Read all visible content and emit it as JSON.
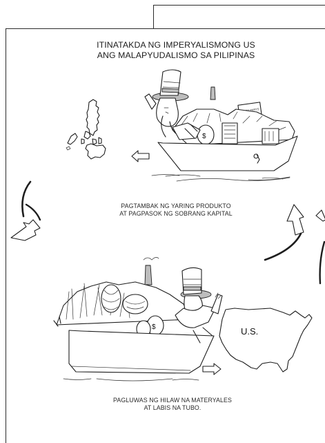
{
  "title": {
    "line1": "ITINATAKDA NG IMPERYALISMONG US",
    "line2": "ANG MALAPYUDALISMO SA PILIPINAS"
  },
  "flow_top": {
    "line1": "PAGTAMBAK NG YARING PRODUKTO",
    "line2": "AT PAGPASOK NG SOBRANG KAPITAL"
  },
  "flow_bottom": {
    "line1": "PAGLUWAS NG HILAW NA MATERYALES",
    "line2": "AT LABIS NA TUBO."
  },
  "labels": {
    "us": "U.S.",
    "crate": "SPARE PARTS",
    "dollar": "$"
  },
  "icons": [
    "philippines-map",
    "us-map",
    "uncle-sam",
    "cargo-ship",
    "cycle-arrow",
    "transfer-arrow"
  ],
  "colors": {
    "ink": "#1e1e1e",
    "paper": "#ffffff",
    "shade": "#bdbdbd"
  }
}
